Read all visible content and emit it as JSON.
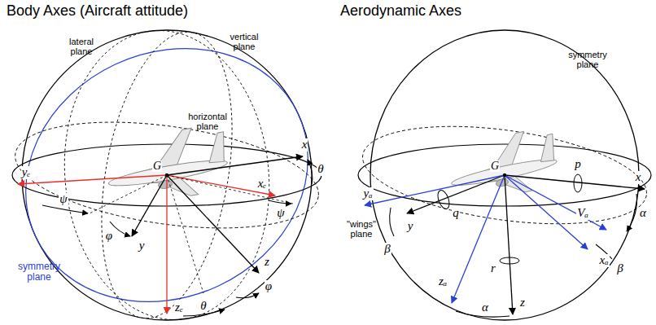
{
  "diagram": {
    "labels": [
      "Body Axes (Aircraft attitude)",
      "lateral plane",
      "vertical plane",
      "horizontal plane",
      "x",
      "θ",
      "G",
      "yₑ",
      "xₑ",
      "ψ",
      "ψ",
      "φ",
      "y",
      "z",
      "zₑ",
      "φ",
      "θ",
      "symmetry plane",
      "Aerodynamic Axes",
      "symmetry plane",
      "\"wings\" plane",
      "yₐ",
      "y",
      "β",
      "q",
      "G",
      "p",
      "x",
      "Vₐ",
      "xₐ",
      "β",
      "α",
      "r",
      "zₐ",
      "z",
      "α"
    ]
  }
}
